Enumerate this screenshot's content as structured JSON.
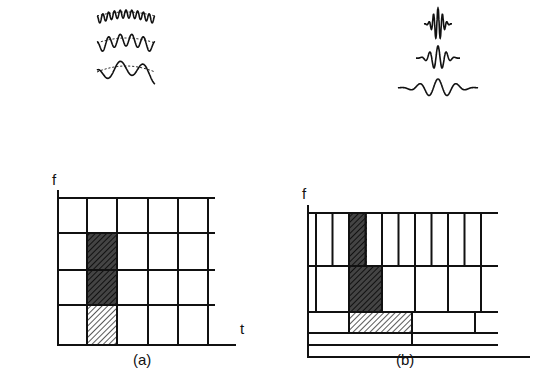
{
  "diagram": {
    "labels": [
      "f",
      "t",
      "(a)",
      "f",
      "(b)"
    ]
  }
}
